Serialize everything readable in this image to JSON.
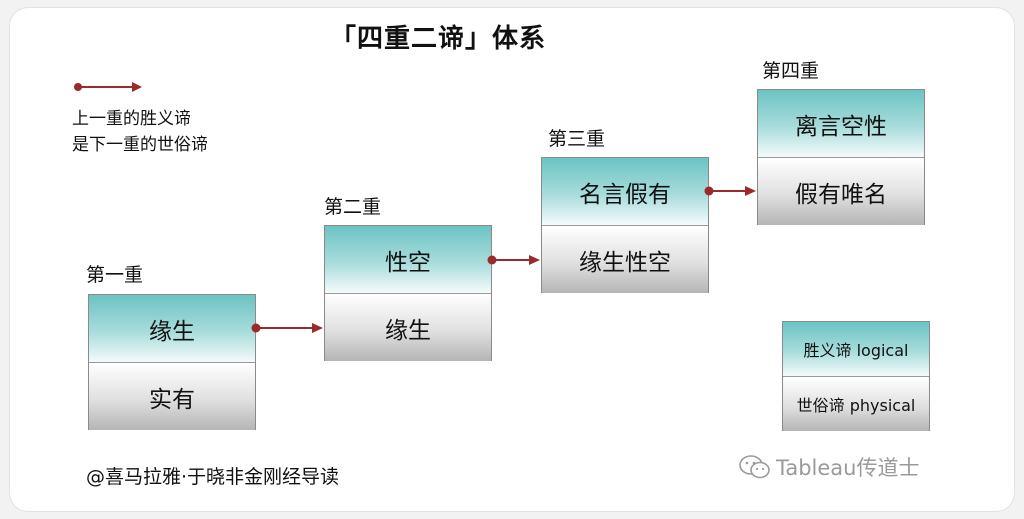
{
  "title": "「四重二谛」体系",
  "legend": {
    "line1": "上一重的胜义谛",
    "line2": "是下一重的世俗谛"
  },
  "levels": [
    {
      "label": "第一重",
      "top": "缘生",
      "bottom": "实有"
    },
    {
      "label": "第二重",
      "top": "性空",
      "bottom": "缘生"
    },
    {
      "label": "第三重",
      "top": "名言假有",
      "bottom": "缘生性空"
    },
    {
      "label": "第四重",
      "top": "离言空性",
      "bottom": "假有唯名"
    }
  ],
  "key": {
    "top": "胜义谛 logical",
    "bottom": "世俗谛 physical"
  },
  "credit": "@喜马拉雅·于晓非金刚经导读",
  "watermark": {
    "icon": "wechat-icon",
    "text": "Tableau传道士"
  },
  "colors": {
    "arrow": "#9b2a2a",
    "truth_top": "#6cc3c3",
    "conventional_bottom": "#b5b5b5"
  }
}
